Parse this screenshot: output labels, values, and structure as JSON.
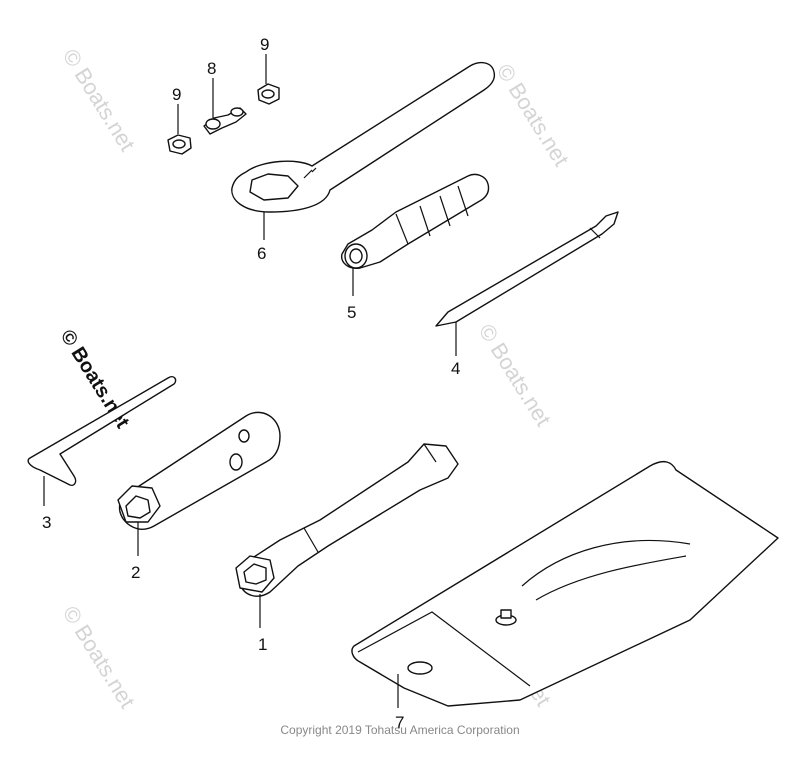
{
  "callouts": {
    "c1": "1",
    "c2": "2",
    "c3": "3",
    "c4": "4",
    "c5": "5",
    "c6": "6",
    "c7": "7",
    "c8": "8",
    "c9a": "9",
    "c9b": "9"
  },
  "watermark": "© Boats.net",
  "copyright": "Copyright 2019 Tohatsu America Corporation"
}
